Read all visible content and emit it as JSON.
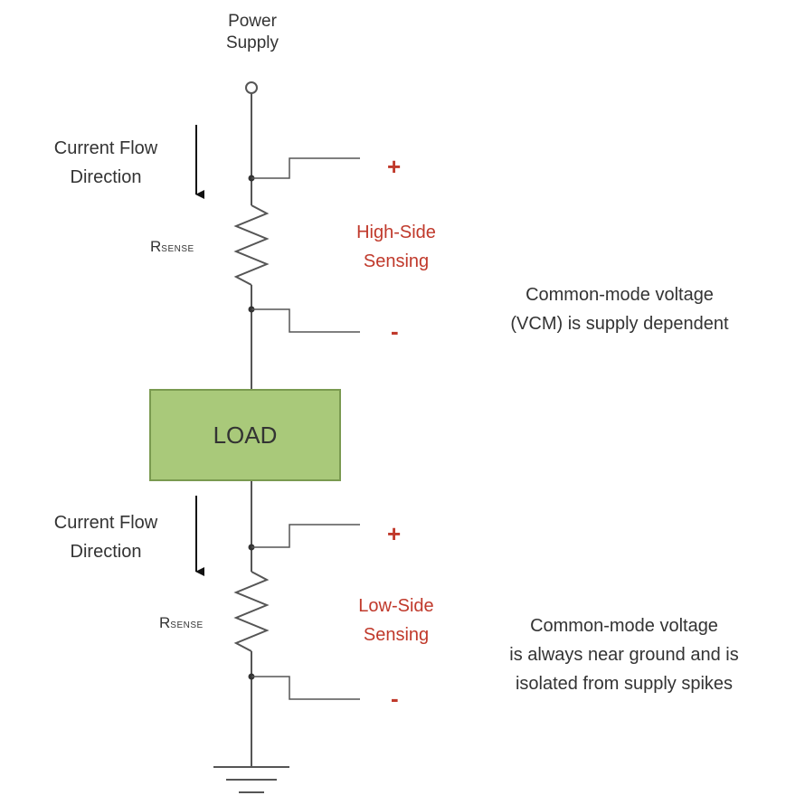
{
  "power_supply": {
    "line1": "Power",
    "line2": "Supply"
  },
  "high_side": {
    "current_flow_line1": "Current Flow",
    "current_flow_line2": "Direction",
    "resistor_main": "R",
    "resistor_sub": "SENSE",
    "plus": "+",
    "minus": "-",
    "sensing_line1": "High-Side",
    "sensing_line2": "Sensing",
    "note_line1": "Common-mode voltage",
    "note_line2": "(VCM) is supply dependent"
  },
  "load": {
    "label": "LOAD"
  },
  "low_side": {
    "current_flow_line1": "Current Flow",
    "current_flow_line2": "Direction",
    "resistor_main": "R",
    "resistor_sub": "SENSE",
    "plus": "+",
    "minus": "-",
    "sensing_line1": "Low-Side",
    "sensing_line2": "Sensing",
    "note_line1": "Common-mode voltage",
    "note_line2": "is always near ground and is",
    "note_line3": "isolated from supply spikes"
  },
  "colors": {
    "wire": "#555555",
    "text": "#333333",
    "accent_red": "#c0392b",
    "load_fill": "#a9c97a",
    "load_border": "#7a9a50"
  }
}
